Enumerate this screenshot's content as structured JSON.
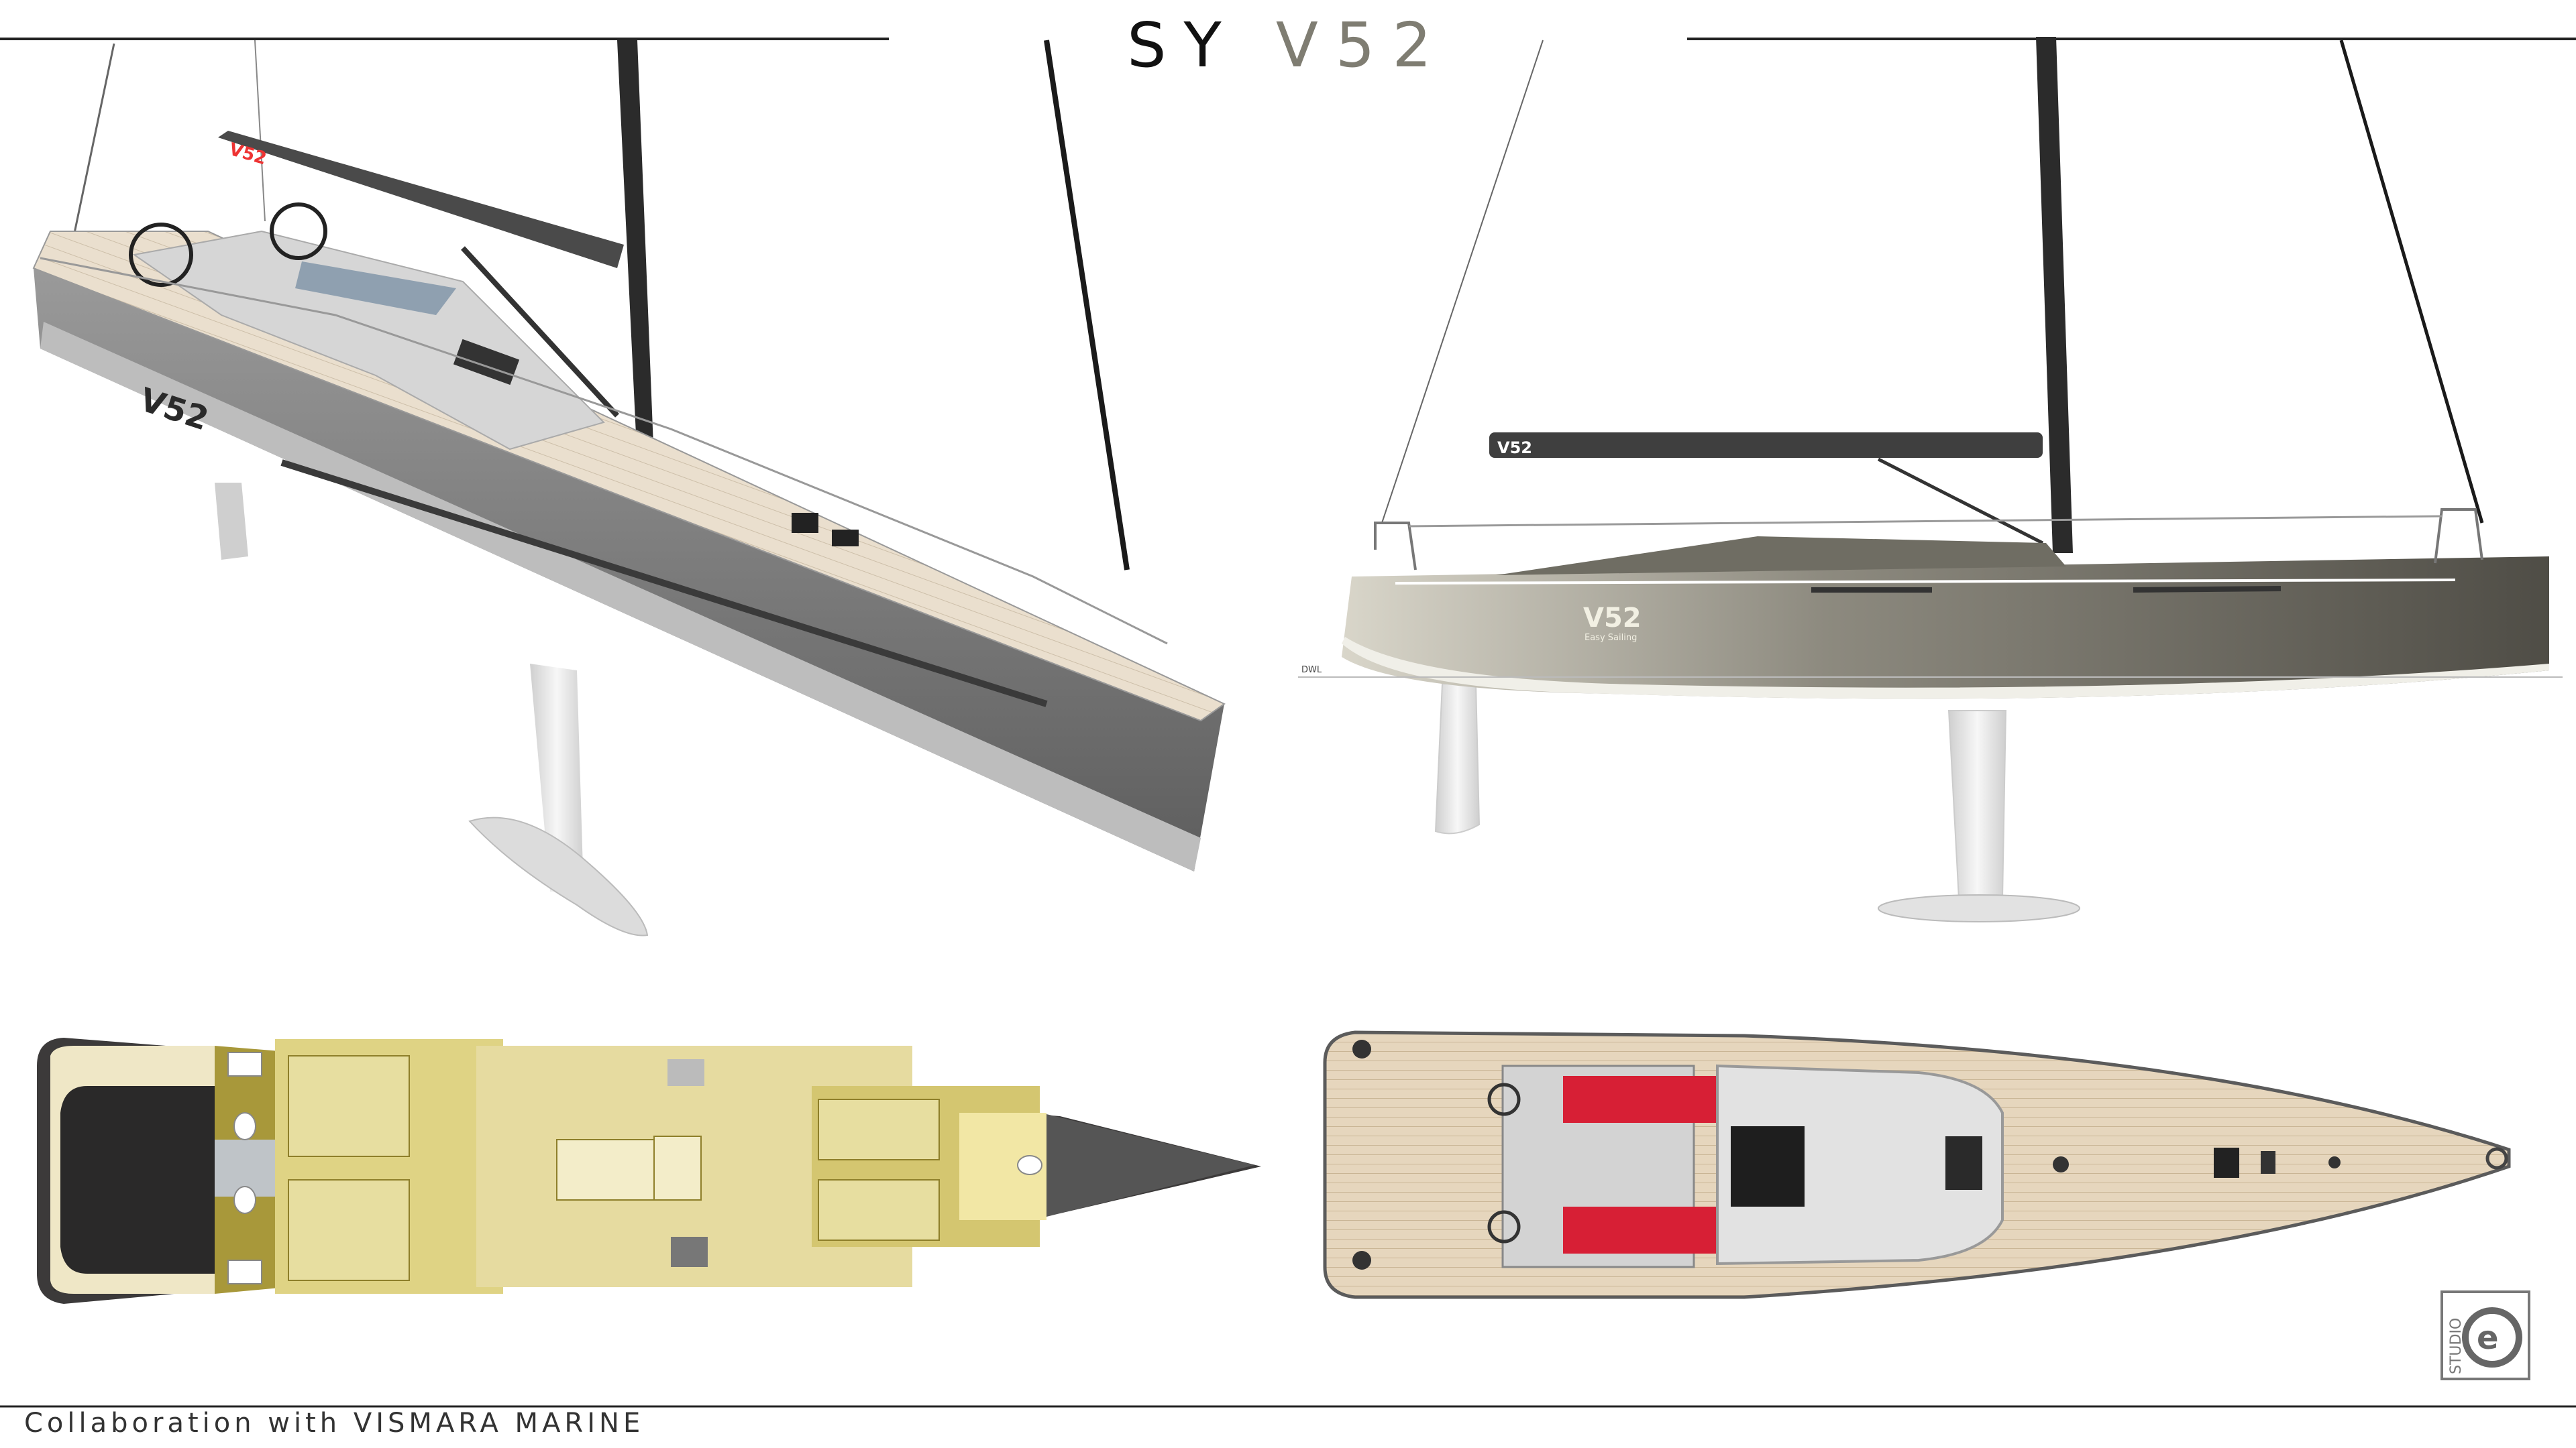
{
  "title": {
    "prefix": "SY",
    "model": "V52"
  },
  "hull_logo": {
    "mark": "V52",
    "tagline": "Easy Sailing"
  },
  "boom_logo": "V52",
  "waterline_label": "DWL",
  "studio_mark": {
    "letter": "e",
    "word": "STUDIO"
  },
  "footer": "Collaboration with VISMARA MARINE",
  "colors": {
    "hull_dark": "#6f6f6f",
    "hull_profile": "#5e5d55",
    "deck_teak": "#e8dccb",
    "interior": "#e7dea0",
    "cockpit_red": "#d71f35",
    "mast": "#2b2b2b"
  }
}
